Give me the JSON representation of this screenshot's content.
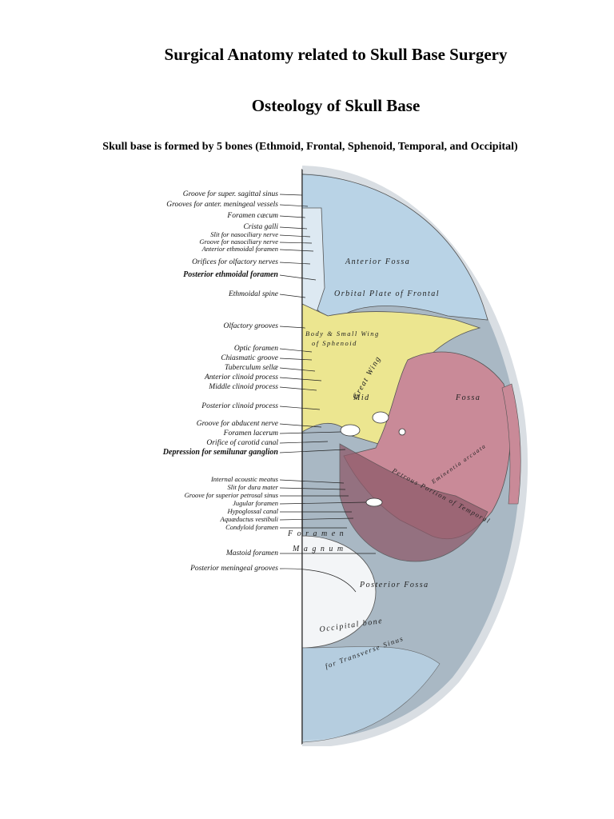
{
  "document": {
    "title": "Surgical Anatomy related to Skull Base Surgery",
    "subtitle": "Osteology of Skull Base",
    "statement": "Skull base is formed by 5 bones (Ethmoid, Frontal, Sphenoid, Temporal, and Occipital)"
  },
  "figure": {
    "labels": [
      "Groove for super. sagittal sinus",
      "Grooves for anter. meningeal vessels",
      "Foramen cæcum",
      "Crista galli",
      "Slit for nasociliary nerve",
      "Groove for nasociliary nerve",
      "Anterior ethmoidal foramen",
      "Orifices for olfactory nerves",
      "Posterior ethmoidal foramen",
      "Ethmoidal spine",
      "Olfactory grooves",
      "Optic foramen",
      "Chiasmatic groove",
      "Tuberculum sellæ",
      "Anterior clinoid process",
      "Middle clinoid process",
      "Posterior clinoid process",
      "Groove for abducent nerve",
      "Foramen lacerum",
      "Orifice of carotid canal",
      "Depression for semilunar ganglion",
      "Internal acoustic meatus",
      "Slit for dura mater",
      "Groove for superior petrosal sinus",
      "Jugular foramen",
      "Hypoglossal canal",
      "Aquæductus vestibuli",
      "Condyloid foramen",
      "Mastoid foramen",
      "Posterior meningeal grooves"
    ],
    "regions": {
      "anterior_fossa": "Anterior Fossa",
      "orbital_plate": "Orbital Plate of Frontal",
      "body_sphenoid_1": "Body & Small Wing",
      "body_sphenoid_2": "of Sphenoid",
      "great_wing": "Great Wing",
      "mid": "Mid",
      "fossa": "Fossa",
      "petrous": "Petrous Portion of Temporal",
      "eminentia": "Eminentia arcuata",
      "foramen": "F o r a m e n",
      "magnum": "M a g n u m",
      "posterior_fossa": "Posterior Fossa",
      "occipital": "Occipital bone",
      "transverse": "for Transverse Sinus"
    },
    "colors": {
      "frontal": "#b9d3e6",
      "sphenoid": "#ece690",
      "temporal": "#c98a98",
      "occipital": "#a9b8c4",
      "outline": "#333333"
    }
  }
}
